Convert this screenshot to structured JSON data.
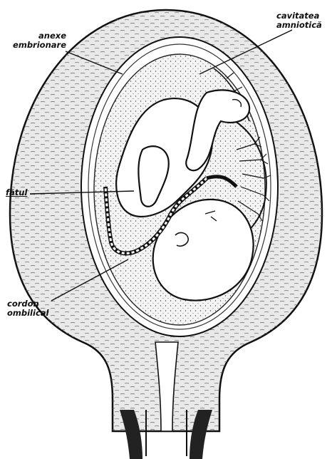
{
  "labels": {
    "anexe_line1": "anexe",
    "anexe_line2": "embrionare",
    "cavitatea_line1": "cavitatea",
    "cavitatea_line2": "amniotică",
    "fatul": "fătul",
    "cordon_line1": "cordon",
    "cordon_line2": "ombilical"
  },
  "colors": {
    "ink": "#111111",
    "paper": "#ffffff",
    "uterine_wall": "#e9e9e9",
    "amniotic_fluid": "#f4f4f4"
  }
}
